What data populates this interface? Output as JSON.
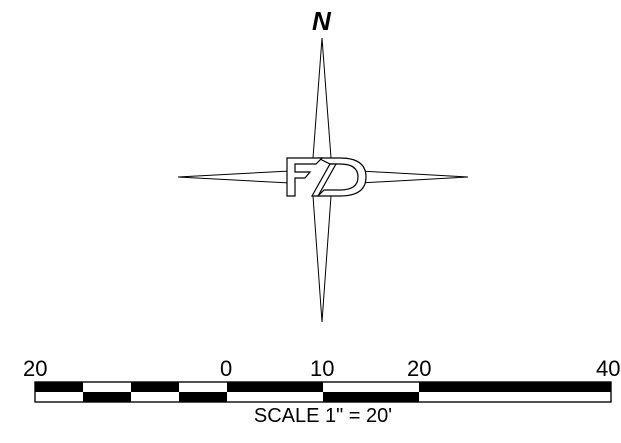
{
  "north_arrow": {
    "letter": "N",
    "logo_text": "FD",
    "icon": "compass-rose-icon"
  },
  "scale_bar": {
    "tick_labels": [
      "20",
      "0",
      "10",
      "20",
      "40"
    ],
    "caption": "SCALE 1\" = 20'"
  },
  "colors": {
    "ink": "#000000",
    "paper": "#ffffff"
  }
}
